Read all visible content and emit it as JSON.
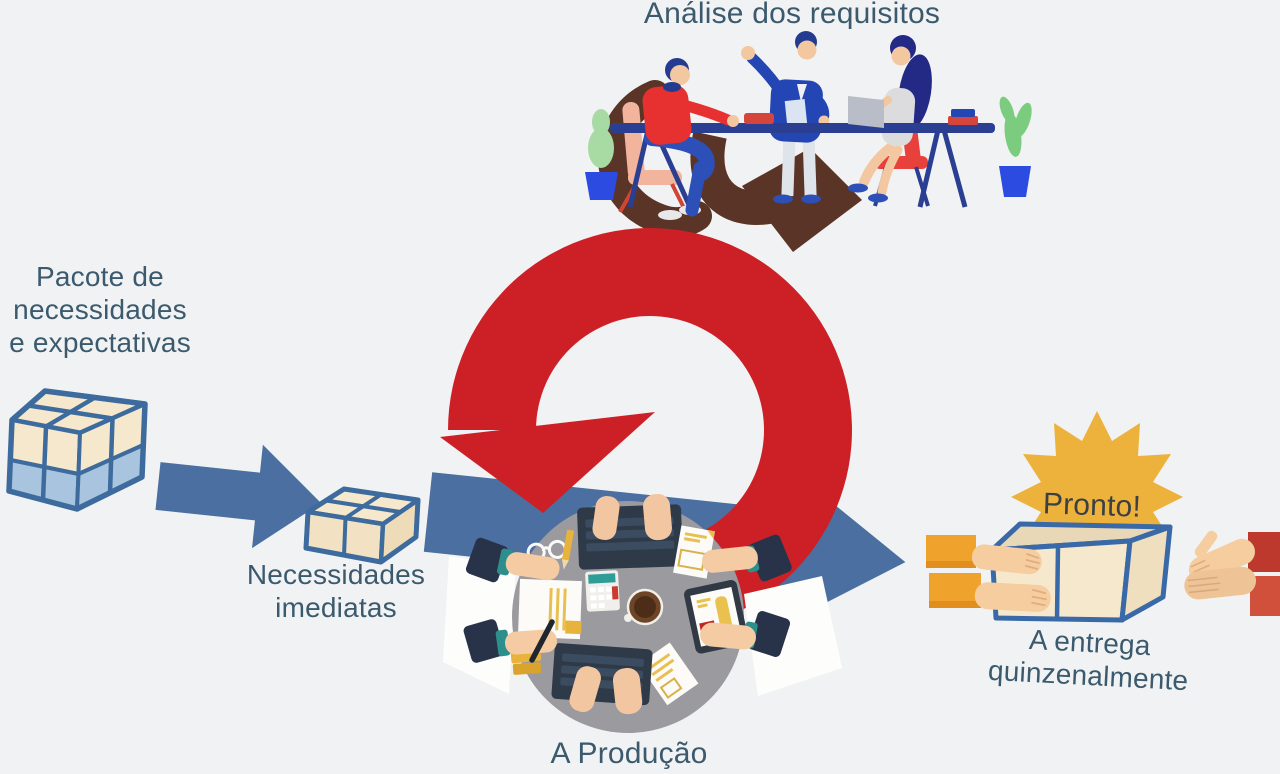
{
  "diagram": {
    "background_color": "#f1f2f3",
    "labels": {
      "requirements": "Análise dos requisitos",
      "package": "Pacote de\nnecessidades\ne expectativas",
      "immediate": "Necessidades\nimediatas",
      "production": "A Produção",
      "done": "Pronto!",
      "delivery": "A entrega\nquinzenalmente"
    },
    "colors": {
      "label_text": "#3b5a6e",
      "done_text": "#3c4043",
      "loop_red": "#cd2026",
      "arrow_blue": "#4a6fa0",
      "arrow_brown": "#5a3426",
      "box_outline": "#3e6b9e",
      "box_cream": "#f6e8cd",
      "box_blue_layer": "#a9c4de",
      "table_circle_gray": "#9b9a9f",
      "star_gold": "#ecb23c",
      "sleeve_orange": "#f0a32c",
      "sleeve_red": "#bd392d",
      "meeting_table_navy": "#2b3f92"
    },
    "icons": {
      "sprint_loop": "red-loop-arrow-icon",
      "requirements_flow": "brown-down-arrow-icon",
      "flow_left": "blue-right-arrow-icon",
      "flow_main": "blue-right-arrow-large-icon",
      "package_large": "stacked-cubes-box-icon",
      "package_small": "flat-box-icon",
      "delivery_box": "open-box-icon",
      "celebration": "starburst-icon",
      "meeting": "team-meeting-illustration",
      "production": "round-worktable-illustration"
    }
  }
}
